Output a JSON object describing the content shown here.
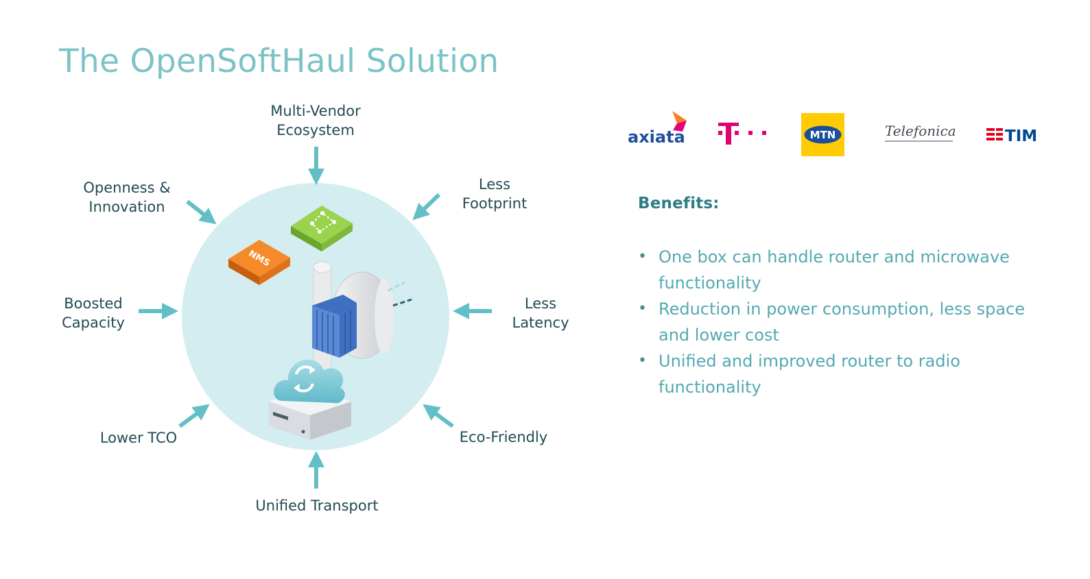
{
  "title": "The OpenSoftHaul Solution",
  "diagram": {
    "labels": {
      "multi_vendor": "Multi-Vendor\nEcosystem",
      "openness": "Openness &\nInnovation",
      "less_footprint": "Less\nFootprint",
      "boosted_capacity": "Boosted\nCapacity",
      "less_latency": "Less\nLatency",
      "lower_tco": "Lower TCO",
      "eco_friendly": "Eco-Friendly",
      "unified_transport": "Unified Transport"
    },
    "nms_label": "NMS"
  },
  "logos": {
    "axiata": "axiata",
    "mtn": "MTN",
    "telefonica": "Telefonica",
    "tim": "TIM"
  },
  "benefits": {
    "heading": "Benefits:",
    "items": [
      "One box can handle router and microwave functionality",
      "Reduction in power consumption, less space and lower cost",
      "Unified and improved router to radio functionality"
    ]
  },
  "colors": {
    "title": "#7cc3c8",
    "arrow": "#62bfc6",
    "circle": "#d3edf0",
    "label": "#214a55",
    "heading": "#2e7c86",
    "bullet_text": "#53a9b1",
    "nms_orange": "#f07a1c",
    "green_box": "#8cc63f",
    "telekom_magenta": "#e20074",
    "mtn_yellow": "#ffcb05",
    "tim_red": "#e3001b",
    "tim_blue": "#004a95"
  }
}
